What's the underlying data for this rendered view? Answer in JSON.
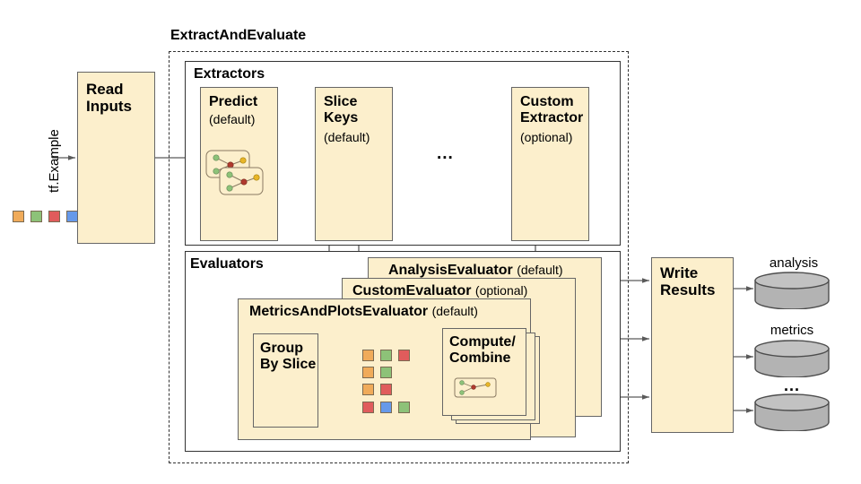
{
  "diagram": {
    "input_label": "tf.Example",
    "read_inputs": {
      "title": "Read\nInputs"
    },
    "pipeline_label": "ExtractAndEvaluate",
    "extractors": {
      "section_label": "Extractors",
      "items": [
        {
          "title": "Predict",
          "sub": "(default)",
          "icon": "model-graph-icon"
        },
        {
          "title": "Slice\nKeys",
          "sub": "(default)"
        },
        {
          "ellipsis": "..."
        },
        {
          "title": "Custom\nExtractor",
          "sub": "(optional)"
        }
      ]
    },
    "evaluators": {
      "section_label": "Evaluators",
      "stack": [
        {
          "title": "AnalysisEvaluator",
          "sub": "(default)"
        },
        {
          "title": "CustomEvaluator",
          "sub": "(optional)"
        },
        {
          "title": "MetricsAndPlotsEvaluator",
          "sub": "(default)"
        }
      ],
      "group_by_slice": {
        "title": "Group\nBy Slice"
      },
      "compute_combine": {
        "title": "Compute/\nCombine",
        "icon": "model-graph-icon"
      },
      "slice_rows": [
        [
          "orange",
          "green",
          "red"
        ],
        [
          "orange",
          "green"
        ],
        [
          "orange",
          "red"
        ],
        [
          "red",
          "blue",
          "green"
        ]
      ]
    },
    "write_results": {
      "title": "Write\nResults"
    },
    "outputs": [
      {
        "label": "analysis",
        "icon": "database-cylinder-icon"
      },
      {
        "label": "metrics",
        "icon": "database-cylinder-icon"
      },
      {
        "label": "...",
        "icon": "database-cylinder-icon"
      }
    ],
    "input_swatches": [
      "orange",
      "green",
      "red",
      "blue"
    ],
    "colors": {
      "box_fill": "#fcefcc",
      "box_stroke": "#666666",
      "cylinder_fill": "#b3b3b3",
      "arrow": "#5a5a5a",
      "orange": "#f0ab5a",
      "green": "#8dc278",
      "red": "#e05c5c",
      "blue": "#6699ea"
    }
  }
}
